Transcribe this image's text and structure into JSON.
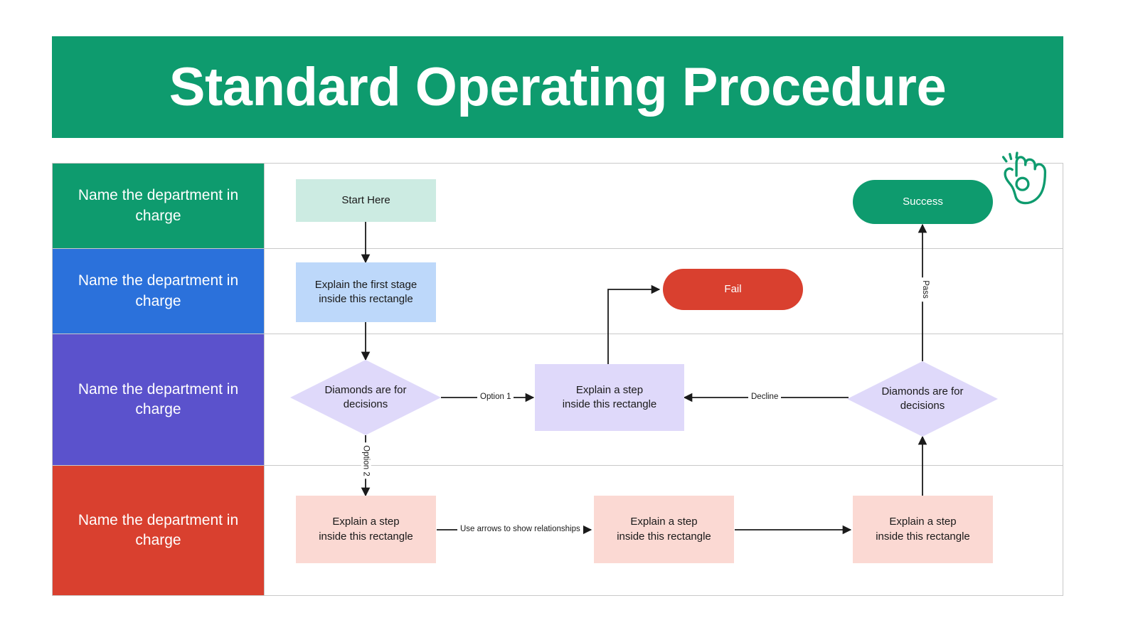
{
  "document": {
    "title": "Standard Operating Procedure",
    "banner_color": "#0E9B6E",
    "banner_text_color": "#FFFFFF"
  },
  "sticker": {
    "icon": "ok-hand-gesture-icon",
    "color": "#0E9B6E"
  },
  "swimlanes": [
    {
      "label": "Name the\ndepartment in charge",
      "color": "#0E9B6E",
      "text_color": "#FFFFFF"
    },
    {
      "label": "Name the\ndepartment in charge",
      "color": "#2B71DB",
      "text_color": "#FFFFFF"
    },
    {
      "label": "Name the\ndepartment in charge",
      "color": "#5B52CC",
      "text_color": "#FFFFFF"
    },
    {
      "label": "Name the\ndepartment in charge",
      "color": "#D9402F",
      "text_color": "#FFFFFF"
    }
  ],
  "nodes": [
    {
      "id": "start",
      "label": "Start Here",
      "shape": "rect",
      "fill": "#CCEBE2",
      "text_color": "#1A1A1A",
      "lane": 0
    },
    {
      "id": "success",
      "label": "Success",
      "shape": "pill",
      "fill": "#0E9B6E",
      "text_color": "#FFFFFF",
      "lane": 0
    },
    {
      "id": "first_stage",
      "label": "Explain the first stage\ninside this rectangle",
      "shape": "rect",
      "fill": "#BDD8FA",
      "text_color": "#1A1A1A",
      "lane": 1
    },
    {
      "id": "fail",
      "label": "Fail",
      "shape": "pill",
      "fill": "#D9402F",
      "text_color": "#FFFFFF",
      "lane": 1
    },
    {
      "id": "decision_l",
      "label": "Diamonds are for\ndecisions",
      "shape": "diamond",
      "fill": "#DFD9FA",
      "text_color": "#1A1A1A",
      "lane": 2
    },
    {
      "id": "step_mid",
      "label": "Explain a step\ninside this rectangle",
      "shape": "rect",
      "fill": "#DFD9FA",
      "text_color": "#1A1A1A",
      "lane": 2
    },
    {
      "id": "decision_r",
      "label": "Diamonds are for\ndecisions",
      "shape": "diamond",
      "fill": "#DFD9FA",
      "text_color": "#1A1A1A",
      "lane": 2
    },
    {
      "id": "step_b1",
      "label": "Explain a step\ninside this rectangle",
      "shape": "rect",
      "fill": "#FBD9D3",
      "text_color": "#1A1A1A",
      "lane": 3
    },
    {
      "id": "step_b2",
      "label": "Explain a step\ninside this rectangle",
      "shape": "rect",
      "fill": "#FBD9D3",
      "text_color": "#1A1A1A",
      "lane": 3
    },
    {
      "id": "step_b3",
      "label": "Explain a step\ninside this rectangle",
      "shape": "rect",
      "fill": "#FBD9D3",
      "text_color": "#1A1A1A",
      "lane": 3
    }
  ],
  "edge_labels": [
    {
      "id": "opt1",
      "text": "Option 1",
      "orientation": "horizontal"
    },
    {
      "id": "opt2",
      "text": "Option 2",
      "orientation": "vertical"
    },
    {
      "id": "decline",
      "text": "Decline",
      "orientation": "horizontal"
    },
    {
      "id": "pass",
      "text": "Pass",
      "orientation": "vertical"
    },
    {
      "id": "arrows",
      "text": "Use arrows to show relationships",
      "orientation": "horizontal"
    }
  ],
  "style": {
    "connector_color": "#1A1A1A",
    "grid_border_color": "#C9C9C9",
    "page_background": "#FFFFFF"
  }
}
